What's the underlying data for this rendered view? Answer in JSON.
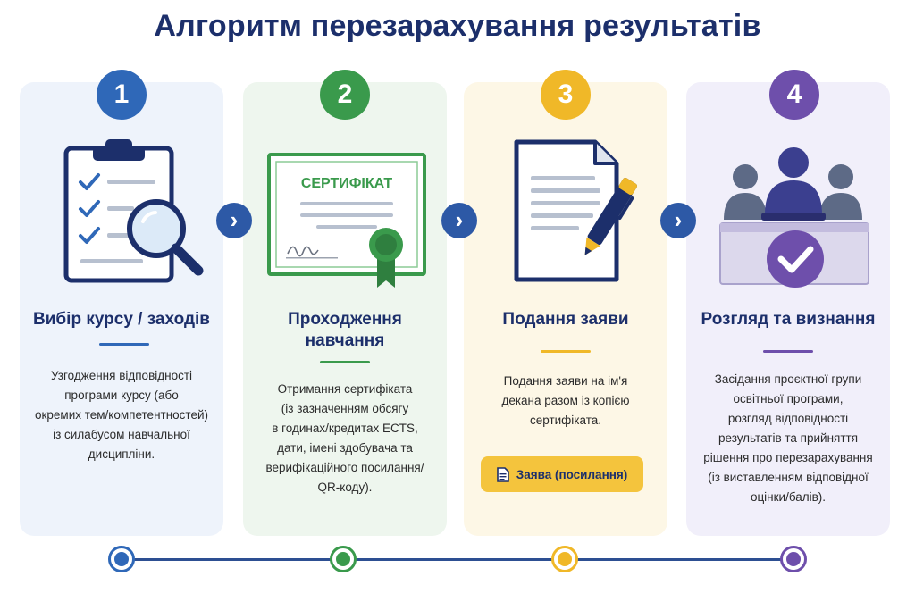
{
  "title": "Алгоритм перезарахування результатів",
  "colors": {
    "step1": "#2f68b8",
    "step2": "#3a9a4c",
    "step3": "#f0b828",
    "step4": "#6e4fab",
    "navy": "#1c2f6b"
  },
  "steps": [
    {
      "number": "1",
      "icon": "clipboard-magnifier-icon",
      "heading": "Вибір курсу / заходів",
      "lines": [
        "Узгодження відповідності",
        "програми курсу (або",
        "окремих тем/компетентностей)",
        "із силабусом навчальної",
        "дисципліни."
      ]
    },
    {
      "number": "2",
      "icon": "certificate-icon",
      "certificate_label": "СЕРТИФІКАТ",
      "heading_lines": [
        "Проходження",
        "навчання"
      ],
      "lines": [
        "Отримання сертифіката",
        "(із зазначенням обсягу",
        "в годинах/кредитах ECTS,",
        "дати, імені здобувача та",
        "верифікаційного посилання/",
        "QR-коду)."
      ]
    },
    {
      "number": "3",
      "icon": "document-pen-icon",
      "heading": "Подання заяви",
      "lines": [
        "Подання заяви на ім'я",
        "декана разом із копією",
        "сертифіката."
      ],
      "button_label": "Заява (посилання)",
      "button_icon": "document-icon"
    },
    {
      "number": "4",
      "icon": "committee-approval-icon",
      "heading": "Розгляд та визнання",
      "lines": [
        "Засідання проєктної групи",
        "освітньої програми,",
        "розгляд відповідності",
        "результатів та прийняття",
        "рішення про перезарахування",
        "(із виставленням відповідної",
        "оцінки/балів)."
      ]
    }
  ],
  "arrows": [
    "chevron-right-icon",
    "chevron-right-icon",
    "chevron-right-icon"
  ]
}
